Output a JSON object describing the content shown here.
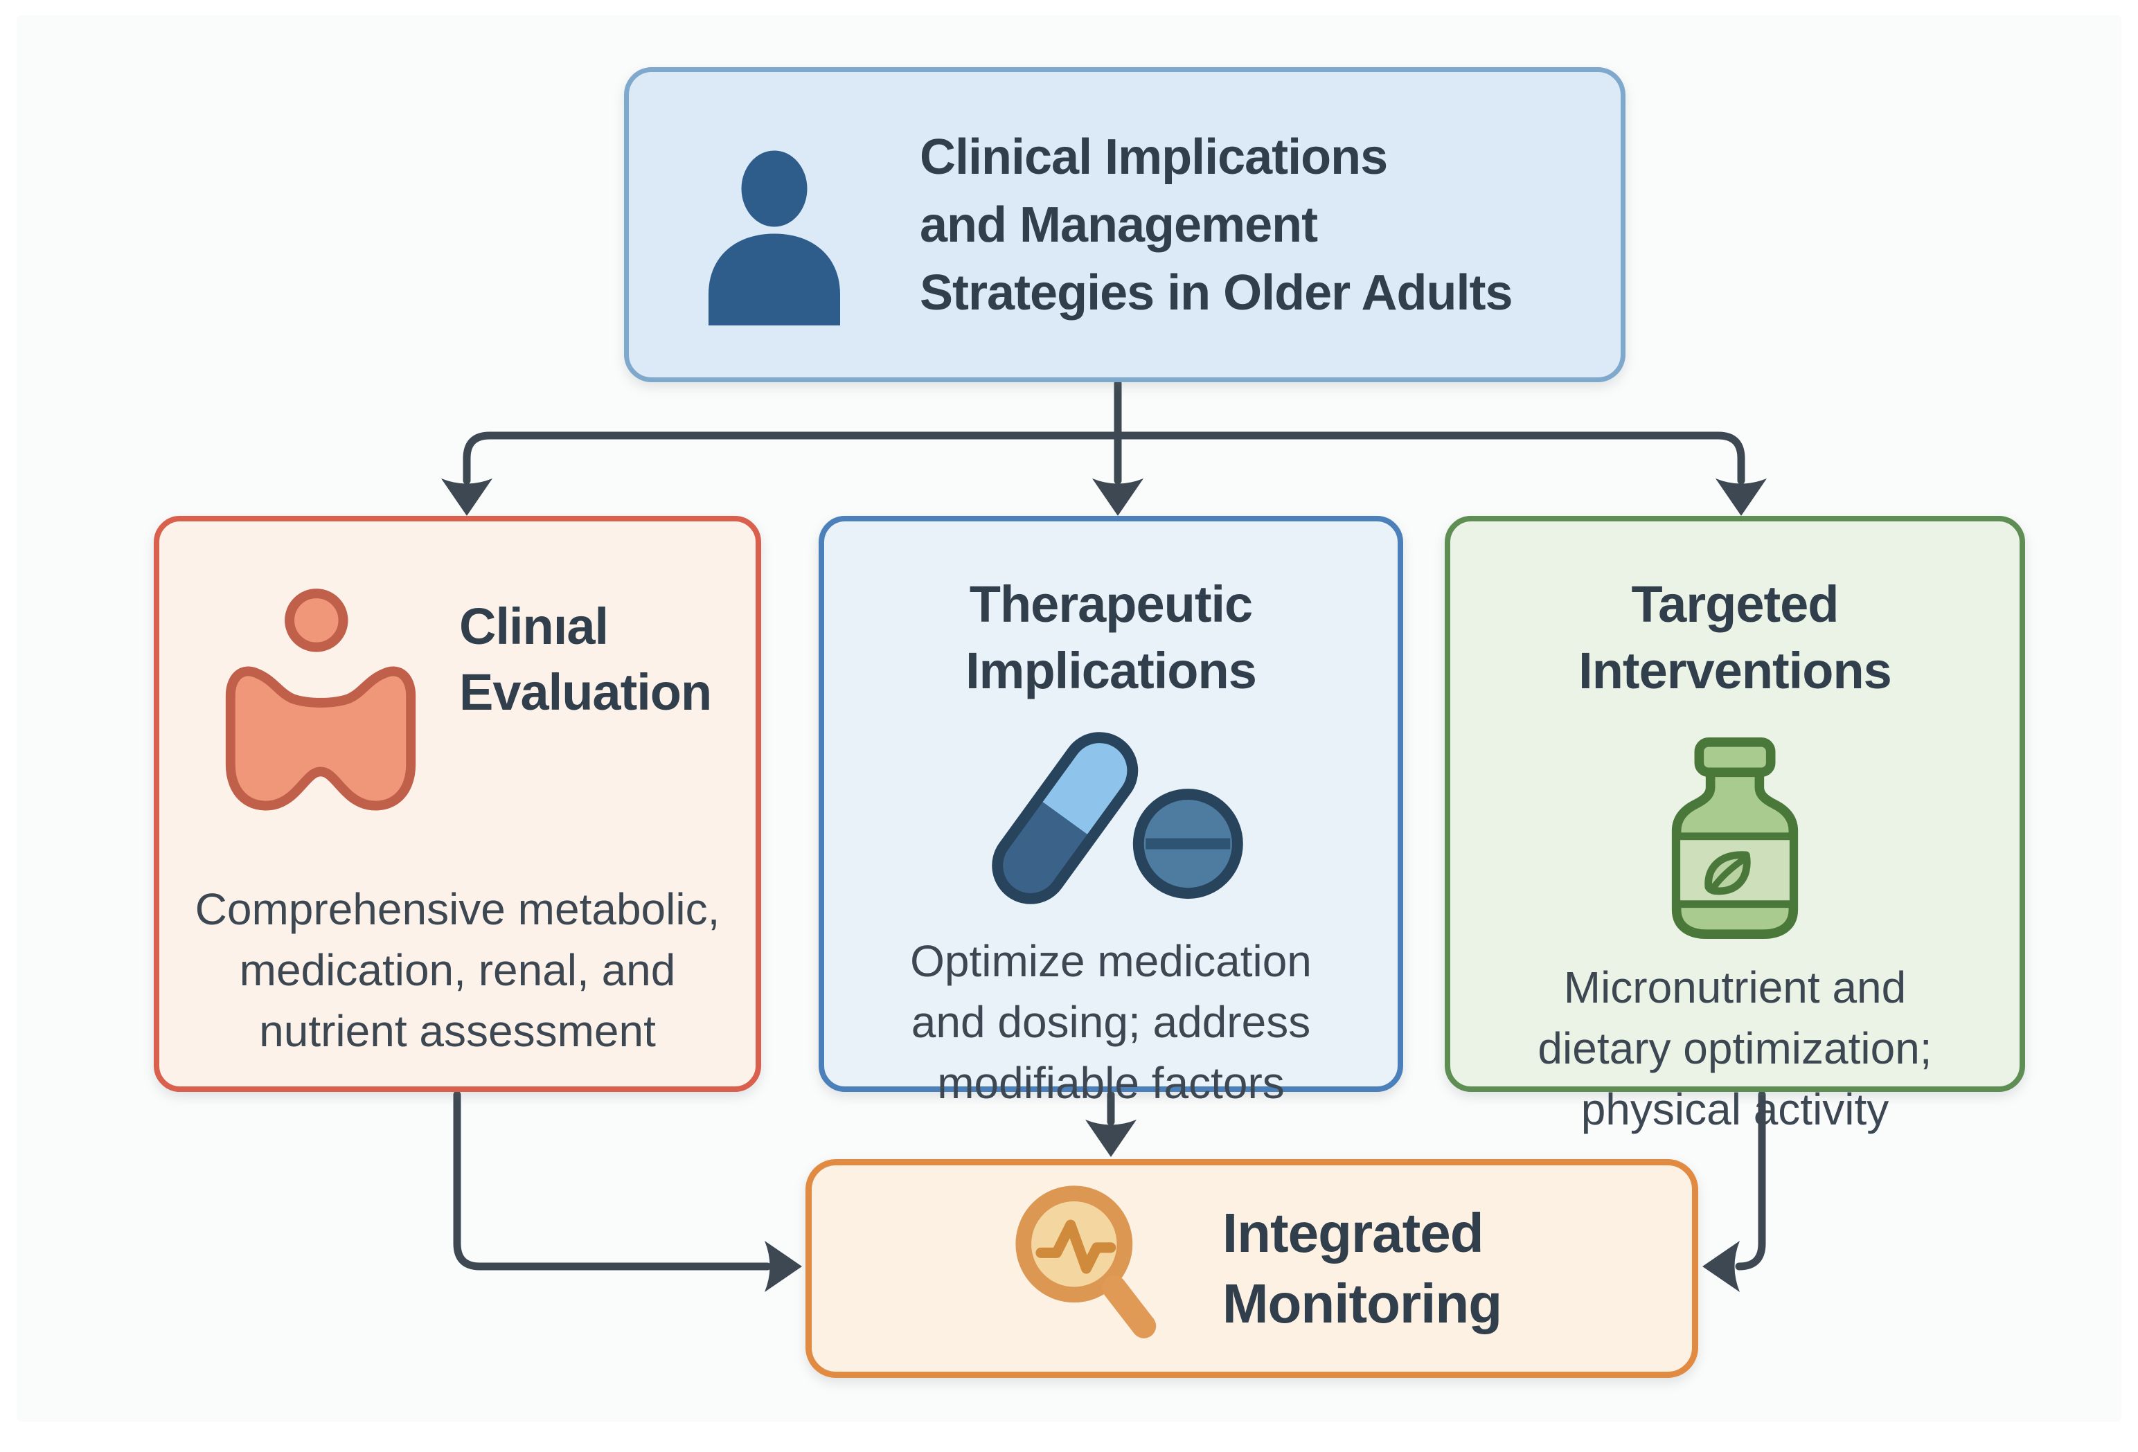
{
  "diagram": {
    "type": "flowchart",
    "connector_color": "#3d4852",
    "text_colors": {
      "title": "#313e4b",
      "body": "#3c4751"
    },
    "root": {
      "label": "Clinical Implications\nand Management\nStrategies in Older Adults",
      "icon": "person-icon",
      "fill": "#dceaf7",
      "border": "#7ea9cd",
      "icon_color": "#2e5d8c"
    },
    "branches": [
      {
        "id": "clinical-evaluation",
        "label": "Clinıal\nEvaluation",
        "body": "Comprehensive metabolic,\nmedication, renal, and\nnutrient assessment",
        "icon": "thyroid-icon",
        "fill": "#fdf2e9",
        "border": "#d9604c",
        "icon_color": "#f09779"
      },
      {
        "id": "therapeutic-implications",
        "label": "Therapeutic\nImplications",
        "body": "Optimize medication\nand dosing; address\nmodifiable factors",
        "icon": "capsule-tablet-icon",
        "fill": "#e9f1f9",
        "border": "#4b80ba",
        "icon_color": "#8ec4ec"
      },
      {
        "id": "targeted-interventions",
        "label": "Targeted\nInterventions",
        "body": "Micronutrient and\ndietary optimization;\nphysical activity",
        "icon": "supplement-bottle-icon",
        "fill": "#ebf3e7",
        "border": "#5e8e53",
        "icon_color": "#a9cb8f"
      }
    ],
    "sink": {
      "label": "Integrated\nMonitoring",
      "icon": "magnifier-pulse-icon",
      "fill": "#fdf1e4",
      "border": "#e18a41",
      "icon_color": "#e09a55"
    }
  }
}
